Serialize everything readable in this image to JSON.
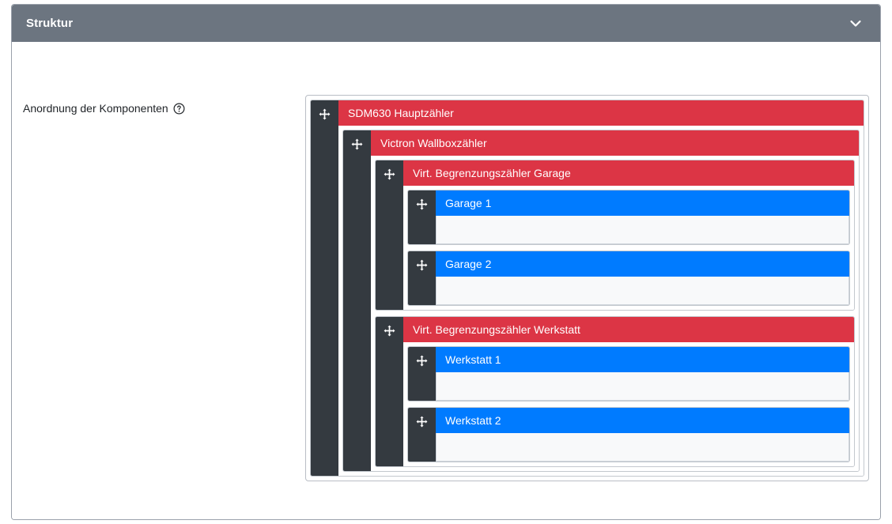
{
  "card": {
    "header": {
      "title": "Struktur",
      "collapse_icon": "chevron-down-icon"
    },
    "field": {
      "label": "Anordnung der Komponenten",
      "help_icon": "help-circle-icon"
    }
  },
  "colors": {
    "header_bg": "#6c7580",
    "handle_bg": "#343a40",
    "node_red": "#dc3545",
    "node_blue": "#007bff",
    "dropzone_bg": "#f8f9fa",
    "card_border": "#9aa1ab",
    "text_on_color": "#ffffff",
    "text_primary": "#212529"
  },
  "tree": {
    "drag_handle_icon": "move-arrows-icon",
    "nodes": [
      {
        "label": "SDM630 Hauptzähler",
        "type": "red",
        "children": [
          {
            "label": "Victron Wallboxzähler",
            "type": "red",
            "children": [
              {
                "label": "Virt. Begrenzungszähler Garage",
                "type": "red",
                "children": [
                  {
                    "label": "Garage 1",
                    "type": "blue",
                    "children": []
                  },
                  {
                    "label": "Garage 2",
                    "type": "blue",
                    "children": []
                  }
                ]
              },
              {
                "label": "Virt. Begrenzungszähler Werkstatt",
                "type": "red",
                "children": [
                  {
                    "label": "Werkstatt 1",
                    "type": "blue",
                    "children": []
                  },
                  {
                    "label": "Werkstatt 2",
                    "type": "blue",
                    "children": []
                  }
                ]
              }
            ]
          }
        ]
      }
    ]
  }
}
